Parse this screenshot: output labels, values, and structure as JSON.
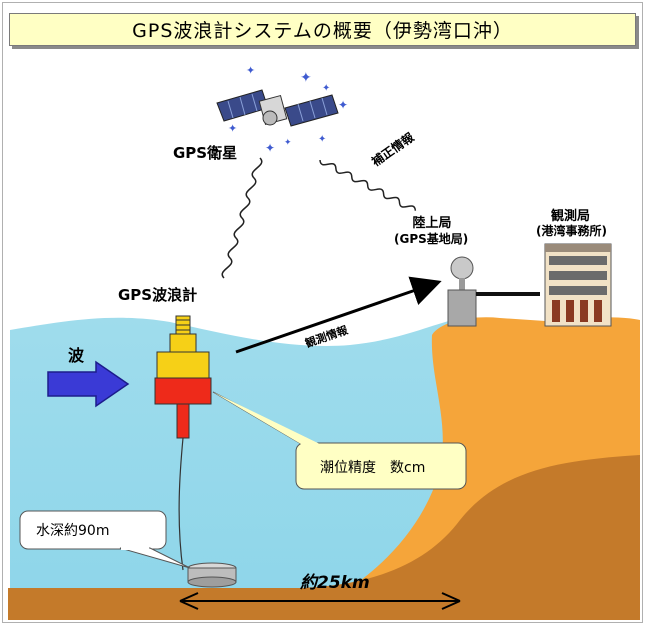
{
  "title": "GPS波浪計システムの概要（伊勢湾口沖）",
  "labels": {
    "satellite": "GPS衛星",
    "correction": "補正情報",
    "land_station_line1": "陸上局",
    "land_station_line2": "(GPS基地局)",
    "observatory_line1": "観測局",
    "observatory_line2": "(港湾事務所)",
    "buoy": "GPS波浪計",
    "wave": "波",
    "observation": "観測情報",
    "tide_precision": "潮位精度　数cm",
    "depth": "水深約90m",
    "distance": "約25km"
  },
  "colors": {
    "sea": "#9fdcec",
    "land": "#f5a53a",
    "seabed": "#c47a2a",
    "title_bg": "#ffffc4",
    "callout_bg": "#ffffc4",
    "wave_arrow": "#3a3ad6",
    "buoy_yellow": "#f6d017",
    "buoy_red": "#ee2a1a"
  }
}
